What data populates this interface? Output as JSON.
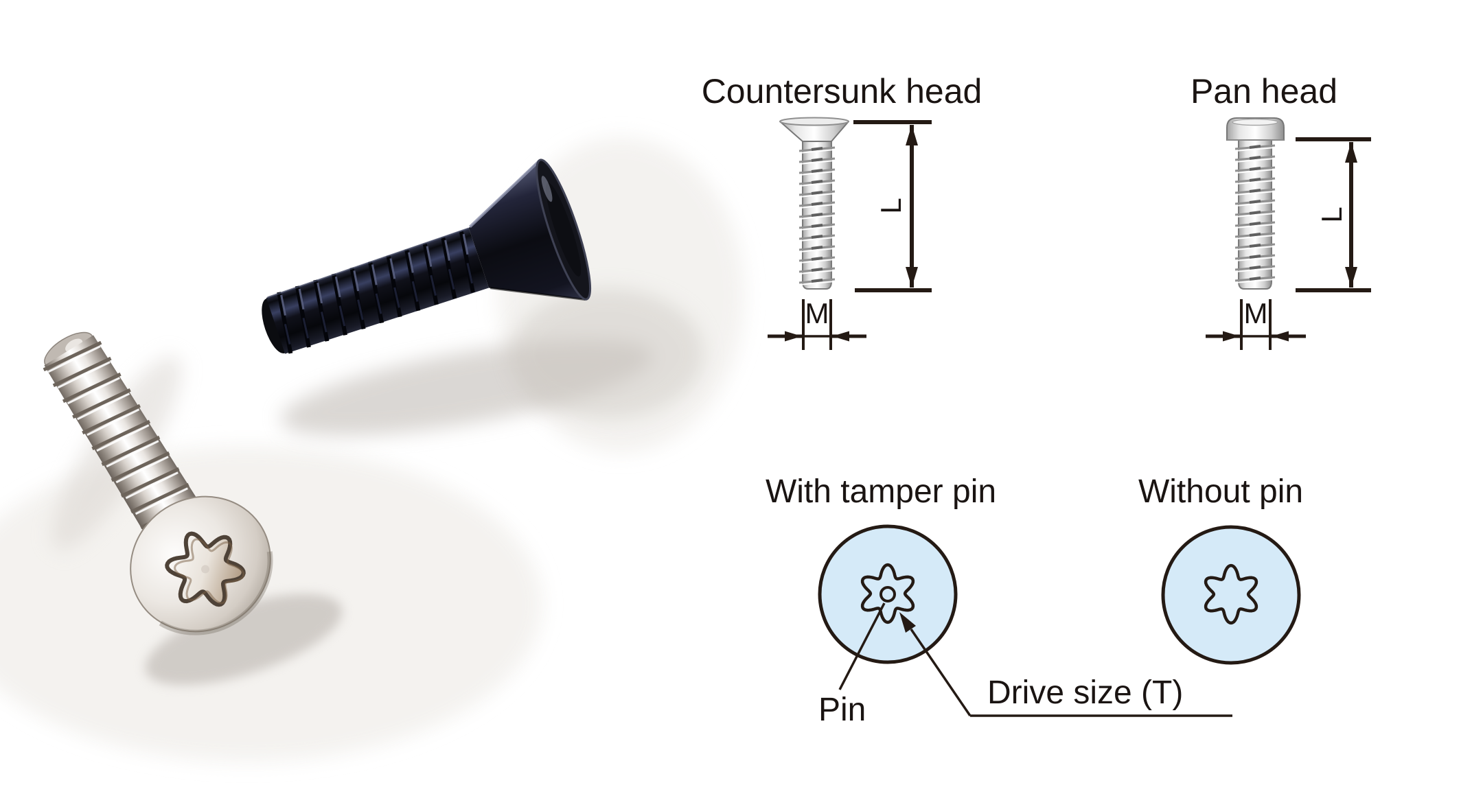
{
  "figure": {
    "head_types": {
      "countersunk": {
        "title": "Countersunk head",
        "length_label": "L",
        "diameter_label": "M"
      },
      "pan": {
        "title": "Pan head",
        "length_label": "L",
        "diameter_label": "M"
      }
    },
    "drive_types": {
      "with_pin_label": "With tamper pin",
      "without_pin_label": "Without pin",
      "pin_label": "Pin",
      "drive_size_label": "Drive size (T)"
    },
    "colors": {
      "ink": "#241a14",
      "text": "#1a1412",
      "drive_circle_fill": "#d5eaf8"
    }
  }
}
